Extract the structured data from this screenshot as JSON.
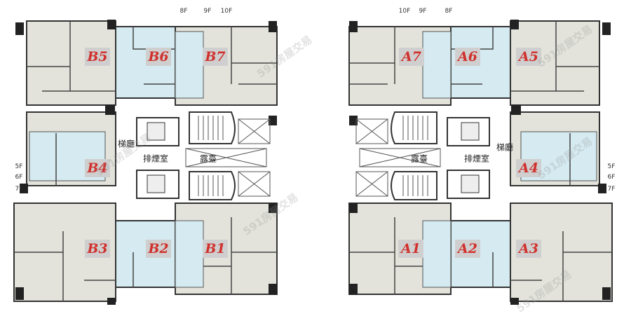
{
  "units_left": [
    "B5",
    "B6",
    "B7",
    "B4",
    "B3",
    "B2",
    "B1"
  ],
  "units_right": [
    "A7",
    "A6",
    "A5",
    "A4",
    "A1",
    "A2",
    "A3"
  ],
  "floor_tags": {
    "top_left": [
      "8F",
      "9F",
      "10F"
    ],
    "top_right": [
      "10F",
      "9F",
      "8F"
    ],
    "side_left": [
      "5F",
      "6F",
      "7F"
    ],
    "side_right": [
      "5F",
      "6F",
      "7F"
    ]
  },
  "rooms": {
    "lobby": "梯廳",
    "smoke_room": "排煙室",
    "terrace": "露臺"
  },
  "watermark": "591房屋交易",
  "colors": {
    "label_text": "#d0312d",
    "label_bg": "#cfcfcf",
    "unit_fill": "#e3e3dc",
    "blue_fill": "#d5ebf1",
    "wall": "#333333"
  }
}
